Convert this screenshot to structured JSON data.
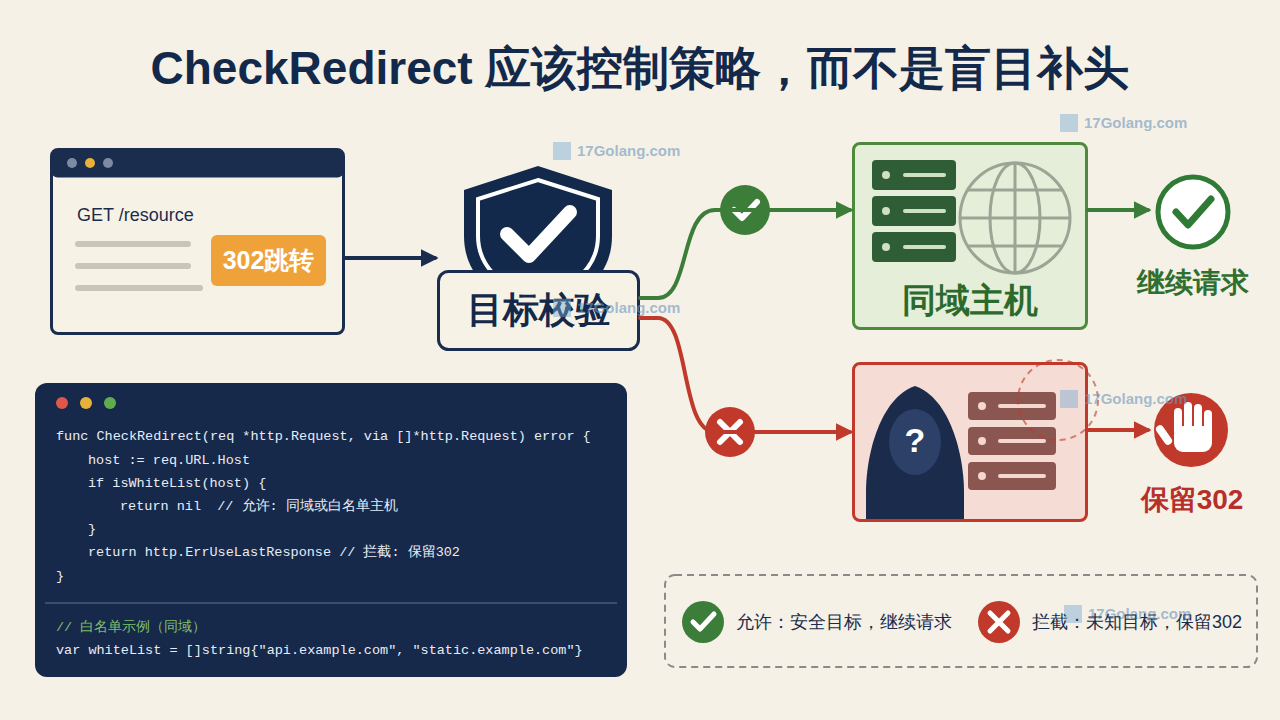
{
  "diagram": {
    "title": "CheckRedirect 应该控制策略，而不是盲目补头",
    "nodes": [
      {
        "text": [
          "GET /resource"
        ]
      },
      {
        "text": [
          "302跳转"
        ],
        "in": 0
      },
      {
        "text": [
          "目标校验"
        ]
      },
      {
        "text": [
          "同域主机"
        ]
      },
      {
        "text": [
          "继续请求"
        ]
      },
      {
        "text": [
          "?"
        ]
      },
      {
        "text": [
          "保留302"
        ]
      },
      {
        "text": [
          "func CheckRedirect(req *http.Request, via []*http.Request) error {",
          "host := req.URL.Host",
          "if isWhiteList(host) {",
          "return nil  // 允许: 同域或白名单主机",
          "}",
          "return http.ErrUseLastResponse // 拦截: 保留302",
          "}",
          "// 白名单示例（同域）",
          "var whiteList = []string{\"api.example.com\", \"static.example.com\"}"
        ]
      }
    ],
    "edges": [
      {
        "from": 0,
        "to": 2,
        "arrow": "to"
      },
      {
        "from": 2,
        "to": 3,
        "arrow": "to"
      },
      {
        "from": 3,
        "to": 4,
        "arrow": "to"
      },
      {
        "from": 2,
        "to": 5,
        "arrow": "to"
      },
      {
        "from": 5,
        "to": 6,
        "arrow": "to"
      }
    ],
    "labels": [
      "17Golang.com",
      "17Golang.com",
      "17Golang.com",
      "17Golang.com",
      "17Golang.com"
    ],
    "legend": [
      {
        "text": "允许：安全目标，继续请求"
      },
      {
        "text": "拦截：未知目标，保留302"
      }
    ]
  }
}
